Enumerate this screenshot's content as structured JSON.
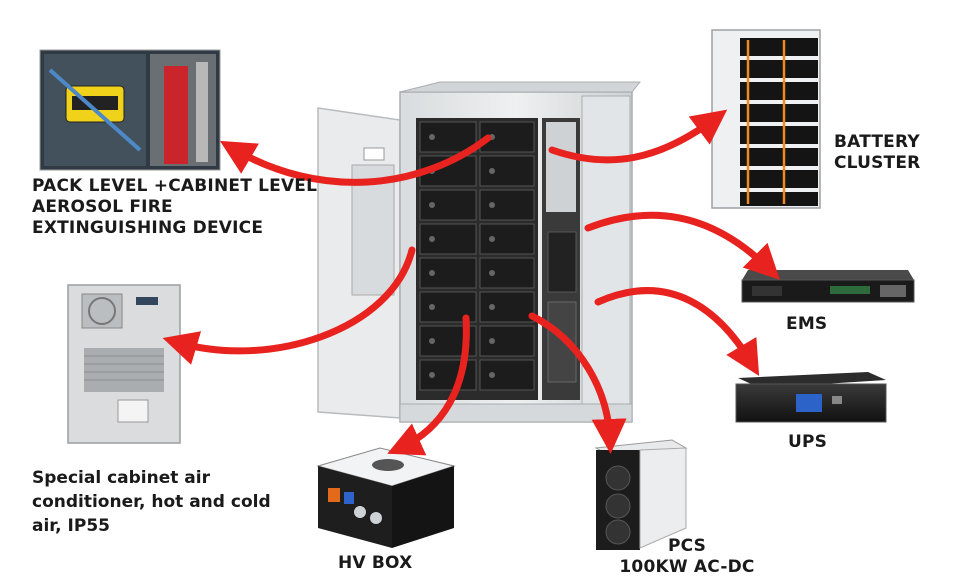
{
  "labels": {
    "fire": "PACK LEVEL +CABINET LEVEL AEROSOL FIRE EXTINGUISHING DEVICE",
    "air_conditioner": "Special cabinet air conditioner, hot and cold air, IP55",
    "battery_cluster": "BATTERY CLUSTER",
    "ems": "EMS",
    "ups": "UPS",
    "hv_box": "HV BOX",
    "pcs_line1": "PCS",
    "pcs_line2": "100KW AC-DC"
  },
  "colors": {
    "arrow": "#e8231f",
    "cabinet": "#e4e6e8",
    "cabinet_dark": "#2b2b2b",
    "module": "#1c1c1c",
    "text": "#1a1a1a"
  },
  "icons": {
    "arrow": "red-curved-arrow",
    "cabinet": "energy-storage-cabinet",
    "battery": "battery-rack",
    "ems": "rack-unit",
    "ups": "ups-unit",
    "hv_box": "hv-box",
    "pcs": "pcs-module",
    "air_conditioner": "cabinet-air-conditioner",
    "fire": "fire-extinguishing-photo"
  }
}
